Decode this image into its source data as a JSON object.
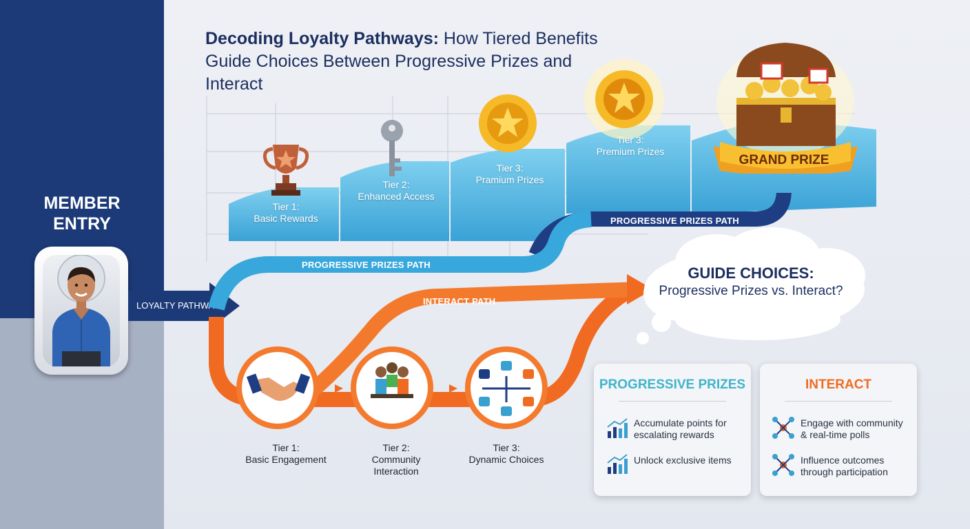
{
  "title": {
    "bold": "Decoding Loyalty Pathways:",
    "rest": " How Tiered Benefits Guide Choices Between Progressive Prizes and Interact"
  },
  "member_entry": "MEMBER\nENTRY",
  "loyalty_pathways_label": "LOYALTY PATHWAYS",
  "steps": [
    {
      "line1": "Tier 1:",
      "line2": "Basic Rewards"
    },
    {
      "line1": "Tier 2:",
      "line2": "Enhanced Access"
    },
    {
      "line1": "Tier 3:",
      "line2": "Pramium Prizes"
    },
    {
      "line1": "Tier 3:",
      "line2": "Premium Prizes"
    }
  ],
  "grand_prize": "GRAND PRIZE",
  "progressive_path_label": "PROGRESSIVE PRIZES PATH",
  "interact_path_label": "INTERACT PATH",
  "thought": {
    "line1": "GUIDE CHOICES:",
    "line2": "Progressive Prizes vs. Interact?"
  },
  "bottom_tiers": [
    {
      "line1": "Tier 1:",
      "line2": "Basic Engagement"
    },
    {
      "line1": "Tier 2:",
      "line2": "Community",
      "line3": "Interaction"
    },
    {
      "line1": "Tier 3:",
      "line2": "Dynamic Choices"
    }
  ],
  "panels": {
    "progressive": {
      "title": "PROGRESSIVE PRIZES",
      "items": [
        {
          "text": "Accumulate points for escalating rewards",
          "icon": "growth-chart-icon"
        },
        {
          "text": "Unlock exclusive items",
          "icon": "growth-chart-icon"
        }
      ]
    },
    "interact": {
      "title": "INTERACT",
      "items": [
        {
          "text": "Engage with community & real-time polls",
          "icon": "network-icon"
        },
        {
          "text": "Influence outcomes through participation",
          "icon": "network-icon"
        }
      ]
    }
  },
  "colors": {
    "navy": "#1c3a78",
    "step_blue": "#4fb3e0",
    "interact_orange": "#f26a1f",
    "teal_title": "#3fb4c9",
    "orange_title": "#ef6b22"
  }
}
